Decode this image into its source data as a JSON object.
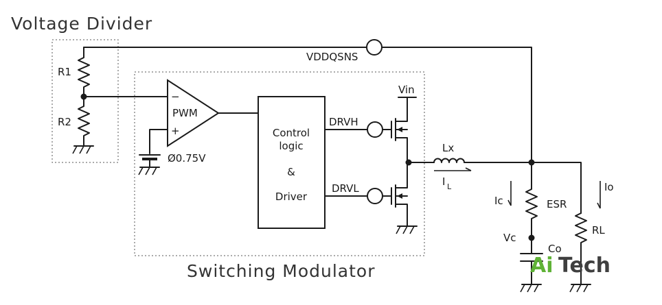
{
  "blocks": {
    "voltage_divider": "Voltage Divider",
    "switching_modulator": "Switching Modulator",
    "control_logic": [
      "Control",
      "logic",
      "&",
      "Driver"
    ],
    "pwm": "PWM",
    "minus": "−",
    "plus": "+"
  },
  "signals": {
    "vddqsns": "VDDQSNS",
    "drvh": "DRVH",
    "drvl": "DRVL",
    "vin": "Vin",
    "vref": "Ø0.75V"
  },
  "components": {
    "r1": "R1",
    "r2": "R2",
    "lx": "Lx",
    "il_main": "I",
    "il_sub": "L",
    "ic": "Ic",
    "esr": "ESR",
    "vc": "Vc",
    "co": "Co",
    "io": "Io",
    "rl": "RL"
  },
  "brand": {
    "ai": "Ai",
    "tech": "Tech"
  }
}
